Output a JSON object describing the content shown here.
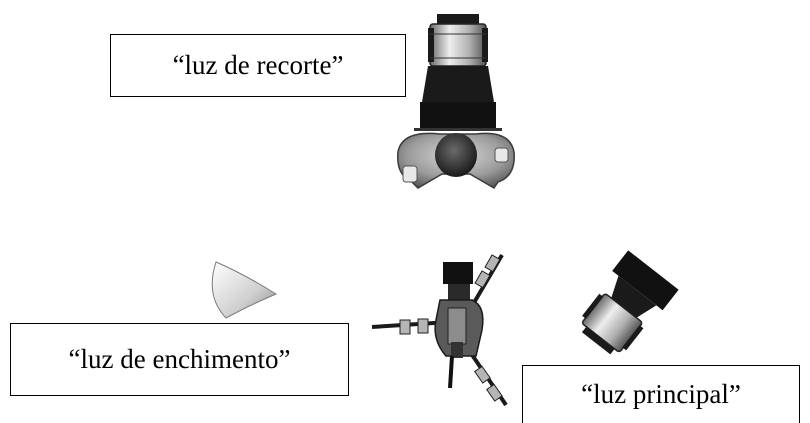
{
  "labels": {
    "back_light": "“luz de recorte”",
    "fill_light": "“luz de enchimento”",
    "key_light": "“luz principal”"
  },
  "icons": {
    "back_light": "spotlight-icon",
    "subject": "person-top-view-icon",
    "fill_light": "soft-reflector-icon",
    "camera": "camera-on-tripod-icon",
    "key_light": "spotlight-icon"
  },
  "colors": {
    "dark": "#1a1a1a",
    "metal": "#b8b8b8",
    "body_gray": "#8a8a8a"
  }
}
